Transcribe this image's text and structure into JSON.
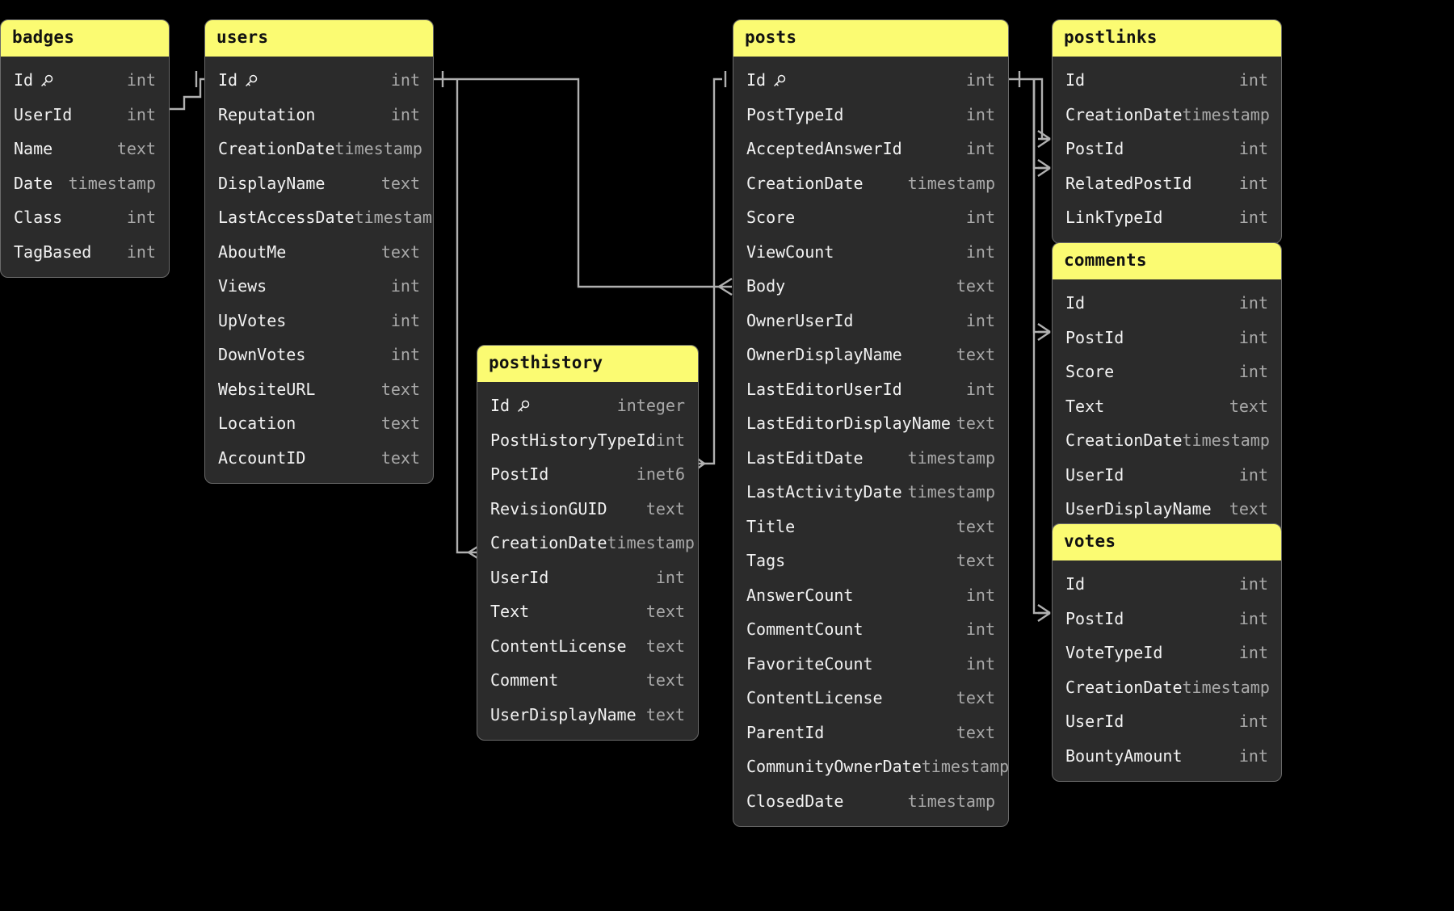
{
  "diagram": {
    "type": "entity-relationship-diagram",
    "background_color": "#000000",
    "header_color": "#fbfb72",
    "card_color": "#2b2b2b",
    "text_color": "#f2f2f2",
    "type_color": "#a9a9a9",
    "connector_color": "#b0b0b0"
  },
  "tables": [
    {
      "name": "badges",
      "columns": [
        {
          "name": "Id",
          "type": "int",
          "pk": true
        },
        {
          "name": "UserId",
          "type": "int",
          "pk": false
        },
        {
          "name": "Name",
          "type": "text",
          "pk": false
        },
        {
          "name": "Date",
          "type": "timestamp",
          "pk": false
        },
        {
          "name": "Class",
          "type": "int",
          "pk": false
        },
        {
          "name": "TagBased",
          "type": "int",
          "pk": false
        }
      ]
    },
    {
      "name": "users",
      "columns": [
        {
          "name": "Id",
          "type": "int",
          "pk": true
        },
        {
          "name": "Reputation",
          "type": "int",
          "pk": false
        },
        {
          "name": "CreationDate",
          "type": "timestamp",
          "pk": false
        },
        {
          "name": "DisplayName",
          "type": "text",
          "pk": false
        },
        {
          "name": "LastAccessDate",
          "type": "timestamp",
          "pk": false
        },
        {
          "name": "AboutMe",
          "type": "text",
          "pk": false
        },
        {
          "name": "Views",
          "type": "int",
          "pk": false
        },
        {
          "name": "UpVotes",
          "type": "int",
          "pk": false
        },
        {
          "name": "DownVotes",
          "type": "int",
          "pk": false
        },
        {
          "name": "WebsiteURL",
          "type": "text",
          "pk": false
        },
        {
          "name": "Location",
          "type": "text",
          "pk": false
        },
        {
          "name": "AccountID",
          "type": "text",
          "pk": false
        }
      ]
    },
    {
      "name": "posthistory",
      "columns": [
        {
          "name": "Id",
          "type": "integer",
          "pk": true
        },
        {
          "name": "PostHistoryTypeId",
          "type": "int",
          "pk": false
        },
        {
          "name": "PostId",
          "type": "inet6",
          "pk": false
        },
        {
          "name": "RevisionGUID",
          "type": "text",
          "pk": false
        },
        {
          "name": "CreationDate",
          "type": "timestamp",
          "pk": false
        },
        {
          "name": "UserId",
          "type": "int",
          "pk": false
        },
        {
          "name": "Text",
          "type": "text",
          "pk": false
        },
        {
          "name": "ContentLicense",
          "type": "text",
          "pk": false
        },
        {
          "name": "Comment",
          "type": "text",
          "pk": false
        },
        {
          "name": "UserDisplayName",
          "type": "text",
          "pk": false
        }
      ]
    },
    {
      "name": "posts",
      "columns": [
        {
          "name": "Id",
          "type": "int",
          "pk": true
        },
        {
          "name": "PostTypeId",
          "type": "int",
          "pk": false
        },
        {
          "name": "AcceptedAnswerId",
          "type": "int",
          "pk": false
        },
        {
          "name": "CreationDate",
          "type": "timestamp",
          "pk": false
        },
        {
          "name": "Score",
          "type": "int",
          "pk": false
        },
        {
          "name": "ViewCount",
          "type": "int",
          "pk": false
        },
        {
          "name": "Body",
          "type": "text",
          "pk": false
        },
        {
          "name": "OwnerUserId",
          "type": "int",
          "pk": false
        },
        {
          "name": "OwnerDisplayName",
          "type": "text",
          "pk": false
        },
        {
          "name": "LastEditorUserId",
          "type": "int",
          "pk": false
        },
        {
          "name": "LastEditorDisplayName",
          "type": "text",
          "pk": false
        },
        {
          "name": "LastEditDate",
          "type": "timestamp",
          "pk": false
        },
        {
          "name": "LastActivityDate",
          "type": "timestamp",
          "pk": false
        },
        {
          "name": "Title",
          "type": "text",
          "pk": false
        },
        {
          "name": "Tags",
          "type": "text",
          "pk": false
        },
        {
          "name": "AnswerCount",
          "type": "int",
          "pk": false
        },
        {
          "name": "CommentCount",
          "type": "int",
          "pk": false
        },
        {
          "name": "FavoriteCount",
          "type": "int",
          "pk": false
        },
        {
          "name": "ContentLicense",
          "type": "text",
          "pk": false
        },
        {
          "name": "ParentId",
          "type": "text",
          "pk": false
        },
        {
          "name": "CommunityOwnerDate",
          "type": "timestamp",
          "pk": false
        },
        {
          "name": "ClosedDate",
          "type": "timestamp",
          "pk": false
        }
      ]
    },
    {
      "name": "postlinks",
      "columns": [
        {
          "name": "Id",
          "type": "int",
          "pk": false
        },
        {
          "name": "CreationDate",
          "type": "timestamp",
          "pk": false
        },
        {
          "name": "PostId",
          "type": "int",
          "pk": false
        },
        {
          "name": "RelatedPostId",
          "type": "int",
          "pk": false
        },
        {
          "name": "LinkTypeId",
          "type": "int",
          "pk": false
        }
      ]
    },
    {
      "name": "comments",
      "columns": [
        {
          "name": "Id",
          "type": "int",
          "pk": false
        },
        {
          "name": "PostId",
          "type": "int",
          "pk": false
        },
        {
          "name": "Score",
          "type": "int",
          "pk": false
        },
        {
          "name": "Text",
          "type": "text",
          "pk": false
        },
        {
          "name": "CreationDate",
          "type": "timestamp",
          "pk": false
        },
        {
          "name": "UserId",
          "type": "int",
          "pk": false
        },
        {
          "name": "UserDisplayName",
          "type": "text",
          "pk": false
        }
      ]
    },
    {
      "name": "votes",
      "columns": [
        {
          "name": "Id",
          "type": "int",
          "pk": false
        },
        {
          "name": "PostId",
          "type": "int",
          "pk": false
        },
        {
          "name": "VoteTypeId",
          "type": "int",
          "pk": false
        },
        {
          "name": "CreationDate",
          "type": "timestamp",
          "pk": false
        },
        {
          "name": "UserId",
          "type": "int",
          "pk": false
        },
        {
          "name": "BountyAmount",
          "type": "int",
          "pk": false
        }
      ]
    }
  ],
  "relationships": [
    {
      "from": "users.Id",
      "to": "badges.UserId",
      "cardinality": "one-to-many"
    },
    {
      "from": "users.Id",
      "to": "posts.OwnerUserId",
      "cardinality": "one-to-many"
    },
    {
      "from": "users.Id",
      "to": "posthistory.UserId",
      "cardinality": "one-to-many"
    },
    {
      "from": "posts.Id",
      "to": "posthistory.PostId",
      "cardinality": "one-to-many"
    },
    {
      "from": "posts.Id",
      "to": "postlinks.PostId",
      "cardinality": "one-to-many"
    },
    {
      "from": "posts.Id",
      "to": "postlinks.RelatedPostId",
      "cardinality": "one-to-many"
    },
    {
      "from": "posts.Id",
      "to": "comments.PostId",
      "cardinality": "one-to-many"
    },
    {
      "from": "posts.Id",
      "to": "votes.PostId",
      "cardinality": "one-to-many"
    }
  ]
}
